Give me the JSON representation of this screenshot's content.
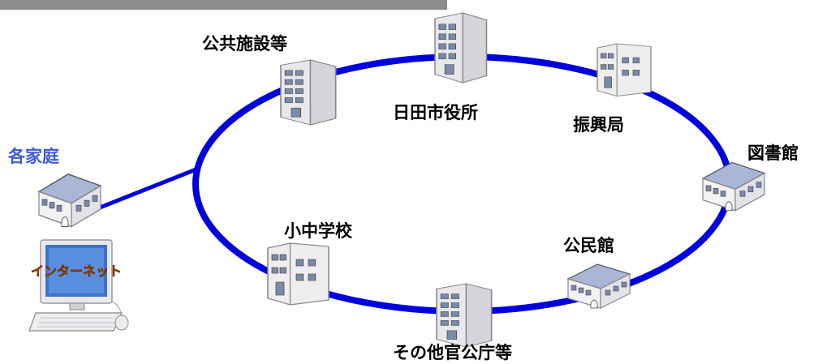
{
  "nodes": {
    "city_hall": "日田市役所",
    "public_facilities": "公共施設等",
    "promotion_bureau": "振興局",
    "library": "図書館",
    "community_center": "公民館",
    "other_offices": "その他官公庁等",
    "schools": "小中学校",
    "homes": "各家庭"
  },
  "internet": {
    "screen_text": "インターネット"
  },
  "colors": {
    "ring": "#0000dd",
    "home_label": "#3b5bd6",
    "top_bar": "#8c8c8c",
    "building_wall": "#f2f2f2",
    "roof": "#a9b6d6",
    "window": "#7a8aa8"
  }
}
